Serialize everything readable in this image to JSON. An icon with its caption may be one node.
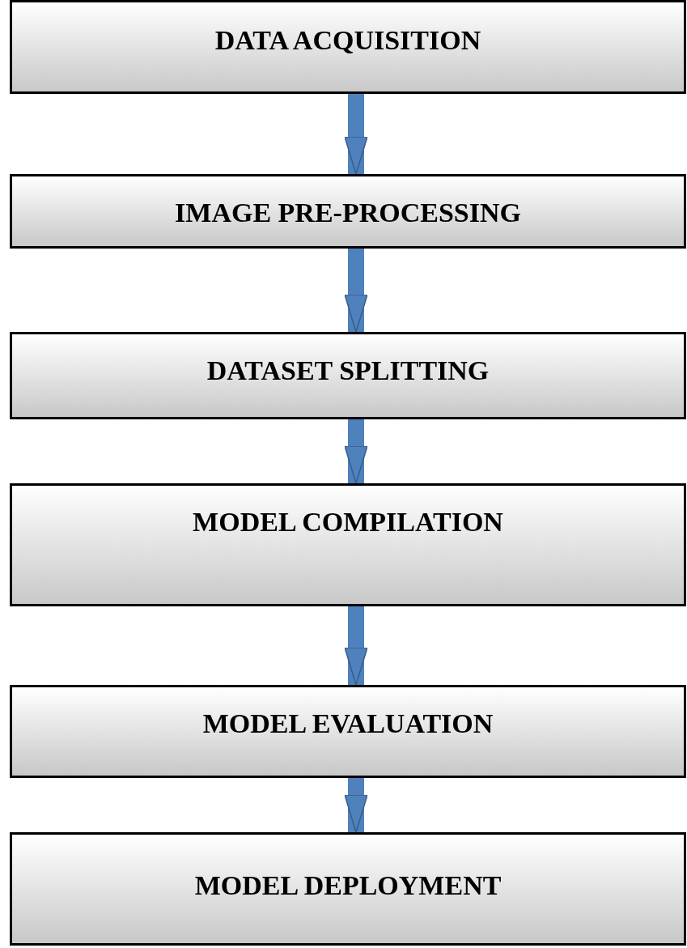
{
  "diagram": {
    "nodes": [
      {
        "text": [
          "DATA ACQUISITION"
        ]
      },
      {
        "text": [
          "IMAGE PRE-PROCESSING"
        ]
      },
      {
        "text": [
          "DATASET SPLITTING"
        ]
      },
      {
        "text": [
          "MODEL COMPILATION"
        ]
      },
      {
        "text": [
          "MODEL EVALUATION"
        ]
      },
      {
        "text": [
          "MODEL DEPLOYMENT"
        ]
      }
    ],
    "edges": [
      {
        "from": 0,
        "to": 1,
        "arrow": "to"
      },
      {
        "from": 1,
        "to": 2,
        "arrow": "to"
      },
      {
        "from": 2,
        "to": 3,
        "arrow": "to"
      },
      {
        "from": 3,
        "to": 4,
        "arrow": "to"
      },
      {
        "from": 4,
        "to": 5,
        "arrow": "to"
      }
    ]
  }
}
